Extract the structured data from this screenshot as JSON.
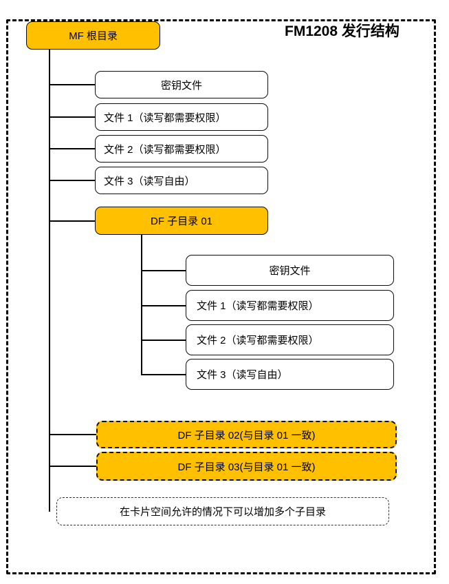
{
  "header": {
    "title": "FM1208 发行结构"
  },
  "colors": {
    "directory_fill": "#FFC000",
    "file_fill": "#FFFFFF",
    "line": "#000000",
    "text": "#000000"
  },
  "tree": {
    "root": {
      "label": "MF 根目录",
      "type": "directory"
    },
    "mf_children": [
      {
        "label": "密钥文件",
        "type": "file",
        "align": "center"
      },
      {
        "label": "文件 1（读写都需要权限）",
        "type": "file",
        "align": "left"
      },
      {
        "label": "文件 2（读写都需要权限）",
        "type": "file",
        "align": "left"
      },
      {
        "label": "文件 3（读写自由）",
        "type": "file",
        "align": "left"
      }
    ],
    "df01": {
      "label": "DF 子目录 01",
      "type": "directory"
    },
    "df01_children": [
      {
        "label": "密钥文件",
        "type": "file",
        "align": "center"
      },
      {
        "label": "文件 1（读写都需要权限）",
        "type": "file",
        "align": "left"
      },
      {
        "label": "文件 2（读写都需要权限）",
        "type": "file",
        "align": "left"
      },
      {
        "label": "文件 3（读写自由）",
        "type": "file",
        "align": "left"
      }
    ],
    "df02": {
      "label": "DF 子目录 02(与目录 01 一致)",
      "type": "directory-placeholder"
    },
    "df03": {
      "label": "DF 子目录 03(与目录 01 一致)",
      "type": "directory-placeholder"
    },
    "note": {
      "label": "在卡片空间允许的情况下可以增加多个子目录",
      "type": "note"
    }
  }
}
